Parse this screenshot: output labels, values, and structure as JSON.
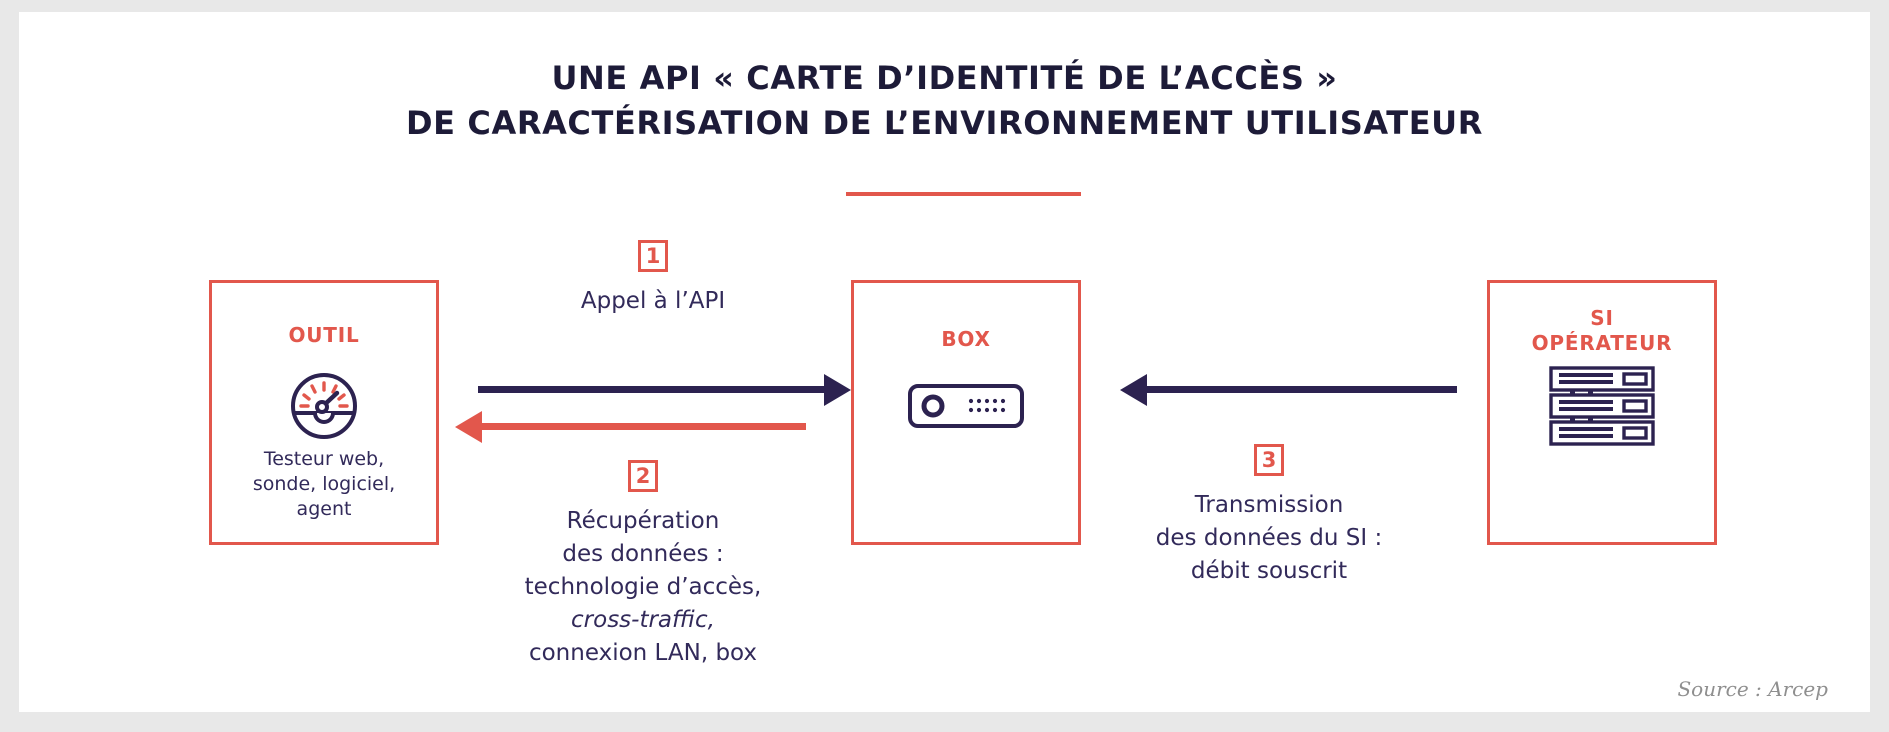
{
  "figure": {
    "title_line1": "UNE API « CARTE D’IDENTITÉ DE L’ACCÈS »",
    "title_line2": "DE CARACTÉRISATION DE L’ENVIRONNEMENT UTILISATEUR",
    "source": "Source : Arcep",
    "colors": {
      "accent_red": "#e2574c",
      "navy": "#2c2250",
      "text_navy": "#322a5a",
      "background": "#ffffff",
      "page_background": "#e8e8e8",
      "source_gray": "#8f8f8f"
    }
  },
  "entities": [
    {
      "key": "outil",
      "label": "OUTIL",
      "icon": "speedometer-gauge-icon",
      "caption": "Testeur web,\nsonde, logiciel,\nagent",
      "caption_lines": [
        "Testeur web,",
        "sonde, logiciel,",
        "agent"
      ]
    },
    {
      "key": "box",
      "label": "BOX",
      "icon": "router-modem-icon",
      "caption": "",
      "caption_lines": []
    },
    {
      "key": "si",
      "label": "SI\nOPÉRATEUR",
      "label_lines": [
        "SI",
        "OPÉRATEUR"
      ],
      "icon": "server-rack-icon",
      "caption": "",
      "caption_lines": []
    }
  ],
  "steps": [
    {
      "number": "1",
      "text": "Appel à l’API",
      "lines": [
        "Appel à l’API"
      ],
      "from": "outil",
      "to": "box",
      "direction": "right",
      "arrow_color": "#2c2250"
    },
    {
      "number": "2",
      "text": "Récupération des données : technologie d’accès, cross-traffic, connexion LAN, box",
      "lines": [
        "Récupération",
        "des données :",
        "technologie d’accès,",
        "cross-traffic,",
        "connexion LAN, box"
      ],
      "italic_term": "cross-traffic",
      "from": "box",
      "to": "outil",
      "direction": "left",
      "arrow_color": "#e2574c"
    },
    {
      "number": "3",
      "text": "Transmission des données du SI : débit souscrit",
      "lines": [
        "Transmission",
        "des données du SI :",
        "débit souscrit"
      ],
      "from": "si",
      "to": "box",
      "direction": "left",
      "arrow_color": "#2c2250"
    }
  ]
}
